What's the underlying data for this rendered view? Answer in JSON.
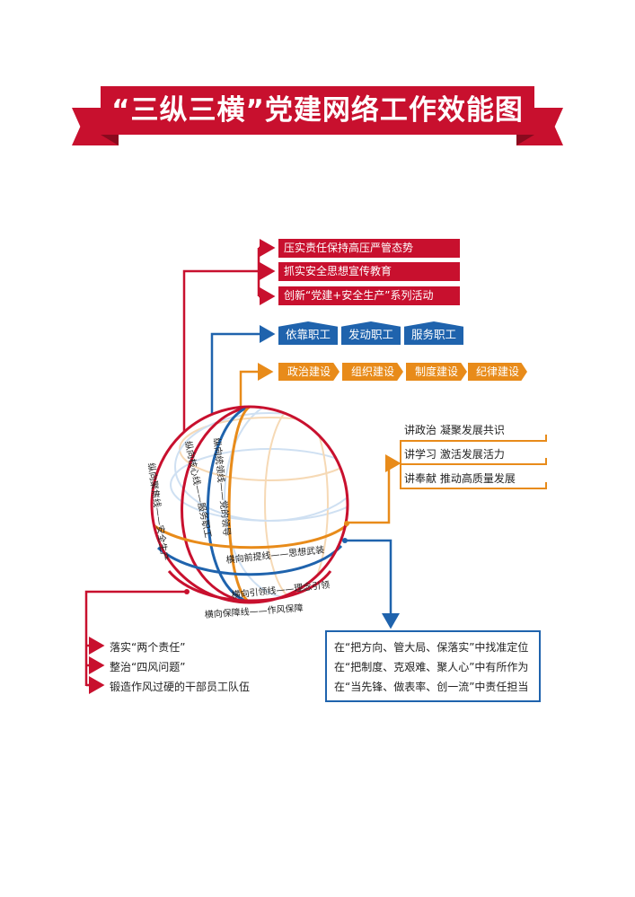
{
  "title": "“三纵三横”党建网络工作效能图",
  "red_items": [
    "压实责任保持高压严管态势",
    "抓实安全思想宣传教育",
    "创新“党建+安全生产”系列活动"
  ],
  "blue_items": [
    "依靠职工",
    "发动职工",
    "服务职工"
  ],
  "orange_items": [
    "政治建设",
    "组织建设",
    "制度建设",
    "纪律建设"
  ],
  "right_items": [
    "讲政治  凝聚发展共识",
    "讲学习  激活发展活力",
    "讲奉献  推动高质量发展"
  ],
  "left_items": [
    "落实“两个责任”",
    "整治“四风问题”",
    "锻造作风过硬的干部员工队伍"
  ],
  "blue_panel_items": [
    "在“把方向、管大局、保落实”中找准定位",
    "在“把制度、克艰难、聚人心”中有所作为",
    "在“当先锋、做表率、创一流”中责任担当"
  ],
  "globe_labels": {
    "v1": "纵向聚焦线——安全生产",
    "v2": "纵向核心线——服务职工",
    "v3": "纵向统领线——党的领导",
    "h1": "横向前提线——思想武装",
    "h2": "横向引领线——理念引领",
    "h3": "横向保障线——作风保障"
  },
  "colors": {
    "red": "#c8102e",
    "blue": "#1f63ad",
    "orange": "#e88b1a"
  }
}
